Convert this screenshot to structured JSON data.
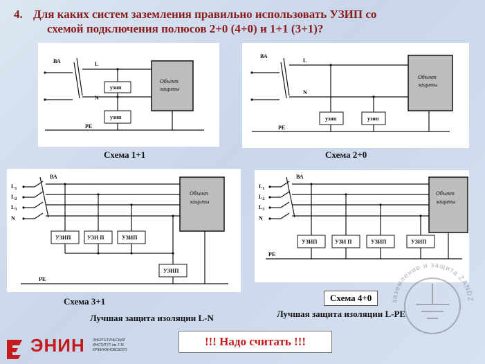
{
  "title": {
    "number": "4.",
    "line1": "Для каких систем заземления правильно использовать УЗИП со",
    "line2": "схемой подключения полюсов 2+0 (4+0) и 1+1 (3+1)?"
  },
  "labels": {
    "ba": "ВА",
    "l": "L",
    "n": "N",
    "pe": "PE",
    "l1": "L",
    "l1_sub": "1",
    "l2": "L",
    "l2_sub": "2",
    "l3": "L",
    "l3_sub": "3",
    "object_line1": "Объект",
    "object_line2": "защиты",
    "uzip_small": "узип",
    "uzip_caps": "УЗИП",
    "uzip_p": "УЗИ П"
  },
  "schemes": {
    "s1": {
      "caption": "Схема 1+1"
    },
    "s2": {
      "caption": "Схема 2+0"
    },
    "s3": {
      "caption": "Схема 3+1",
      "note": "Лучшая защита изоляции L-N"
    },
    "s4": {
      "caption": "Схема 4+0",
      "note": "Лучшая защита изоляции L-PE"
    }
  },
  "alert": "!!!  Надо считать !!!",
  "logo": {
    "name": "ЭНИН",
    "subtitle": "ЭНЕРГЕТИЧЕСКИЙ ИНСТИТУТ им. Г.М. КРЖИЖАНОВСКОГО"
  },
  "watermark": {
    "text": "заземление и защита  ZANDZ.RU"
  },
  "colors": {
    "title": "#8a1c1c",
    "alert": "#c41c1c",
    "object_fill": "#bdbdbd"
  }
}
